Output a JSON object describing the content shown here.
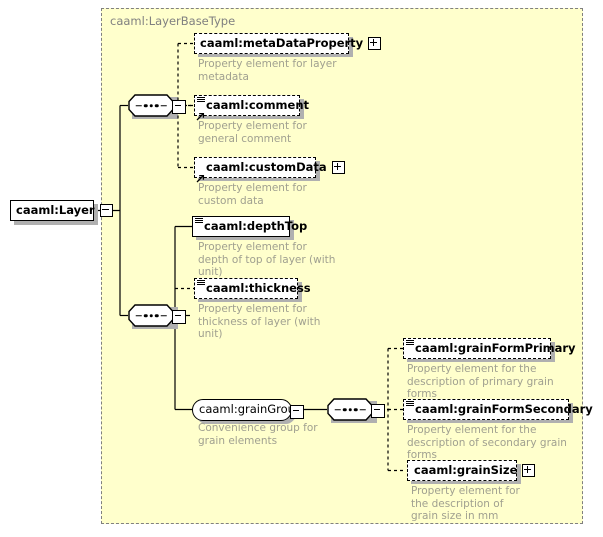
{
  "diagram": {
    "kind": "xml-schema-element-diagram",
    "colors": {
      "type_fill": "#ffffcc",
      "type_border": "#808080",
      "box_border": "#000000",
      "box_fill": "#ffffff",
      "doc_text": "#a0a090",
      "shadow": "#b0b0b0",
      "page_background": "#ffffff"
    },
    "root": {
      "name": "caaml:Layer",
      "label": "caaml:Layer",
      "border": "solid",
      "expander": "minus",
      "icon": "minus-expander-icon"
    },
    "complex_type": {
      "title": "caaml:LayerBaseType",
      "border": "dashed"
    },
    "compositors": [
      {
        "id": "sequence-1",
        "kind": "sequence",
        "expander": "minus"
      },
      {
        "id": "sequence-2",
        "kind": "sequence",
        "expander": "minus"
      },
      {
        "id": "sequence-3",
        "kind": "sequence",
        "expander": "minus"
      }
    ],
    "elements": [
      {
        "id": "metaDataProperty",
        "label": "caaml:metaDataProperty",
        "border": "dashed",
        "occurrence": "optional",
        "expander": "plus",
        "type_icon": false,
        "substitution_arrow": false,
        "doc": "Property element for layer metadata"
      },
      {
        "id": "comment",
        "label": "caaml:comment",
        "border": "dashed",
        "occurrence": "optional",
        "expander": "none",
        "type_icon": true,
        "substitution_arrow": true,
        "doc": "Property element for general comment"
      },
      {
        "id": "customData",
        "label": "caaml:customData",
        "border": "dashed",
        "occurrence": "optional",
        "expander": "plus",
        "type_icon": false,
        "substitution_arrow": true,
        "doc": "Property element for custom data"
      },
      {
        "id": "depthTop",
        "label": "caaml:depthTop",
        "border": "solid",
        "occurrence": "required",
        "expander": "none",
        "type_icon": true,
        "substitution_arrow": false,
        "doc": "Property element for depth of top of layer (with unit)"
      },
      {
        "id": "thickness",
        "label": "caaml:thickness",
        "border": "dashed",
        "occurrence": "optional",
        "expander": "none",
        "type_icon": true,
        "substitution_arrow": false,
        "doc": "Property element for thickness of layer (with unit)"
      },
      {
        "id": "grainFormPrimary",
        "label": "caaml:grainFormPrimary",
        "border": "dashed",
        "occurrence": "optional",
        "expander": "none",
        "type_icon": true,
        "substitution_arrow": false,
        "doc": "Property element for the description of primary grain forms"
      },
      {
        "id": "grainFormSecondary",
        "label": "caaml:grainFormSecondary",
        "border": "dashed",
        "occurrence": "optional",
        "expander": "none",
        "type_icon": true,
        "substitution_arrow": false,
        "doc": "Property element for the description of secondary grain forms"
      },
      {
        "id": "grainSize",
        "label": "caaml:grainSize",
        "border": "dashed",
        "occurrence": "optional",
        "expander": "plus",
        "type_icon": false,
        "substitution_arrow": false,
        "doc": "Property element for the description of grain size in mm"
      }
    ],
    "groups": [
      {
        "id": "grainGroup",
        "label": "caaml:grainGroup",
        "border": "solid",
        "expander": "minus",
        "doc": "Convenience group for grain elements"
      }
    ]
  }
}
